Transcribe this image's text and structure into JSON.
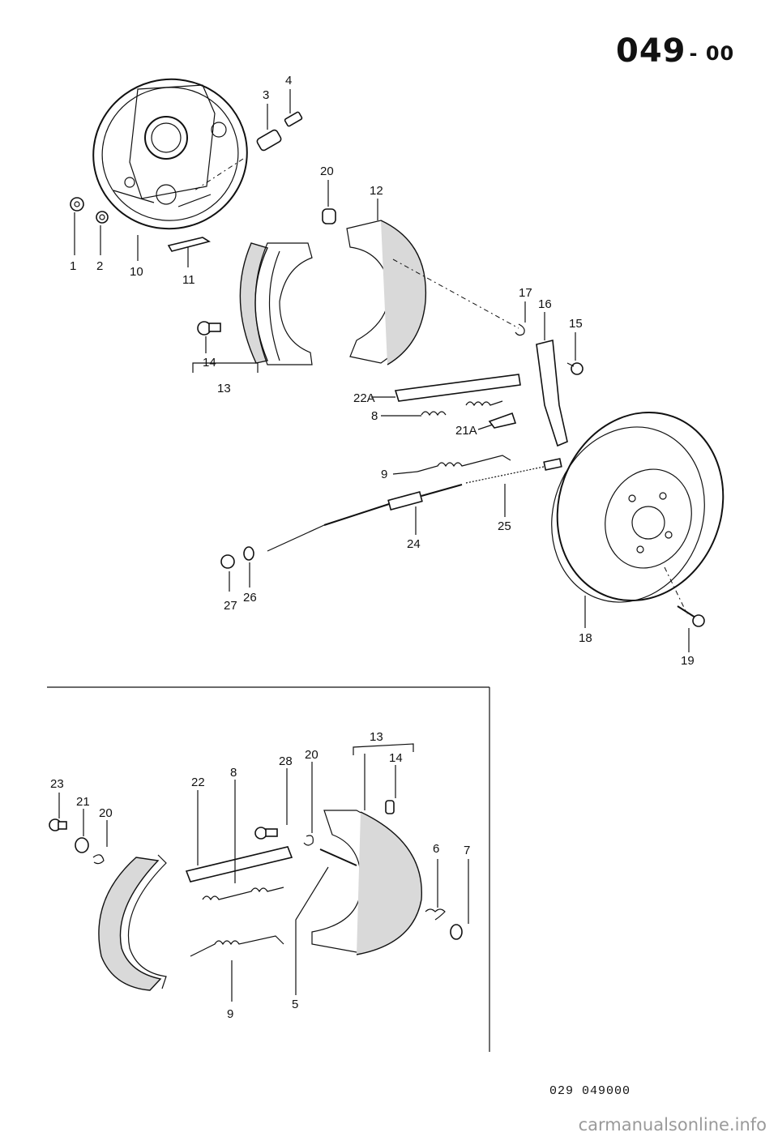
{
  "header": {
    "page_code": "049",
    "page_code_suffix": "00"
  },
  "footer": {
    "drawing_code": "029  049000",
    "watermark": "carmanualsonline.info"
  },
  "callouts": {
    "c1": "1",
    "c2": "2",
    "c3": "3",
    "c4": "4",
    "c10": "10",
    "c11": "11",
    "c20a": "20",
    "c12": "12",
    "c14a": "14",
    "c13a": "13",
    "c17": "17",
    "c16": "16",
    "c15": "15",
    "c22a": "22A",
    "c8a": "8",
    "c21a": "21A",
    "c9a": "9",
    "c25": "25",
    "c24": "24",
    "c27": "27",
    "c26": "26",
    "c18": "18",
    "c19": "19",
    "c13b": "13",
    "c14b": "14",
    "c28": "28",
    "c20b": "20",
    "c22": "22",
    "c8b": "8",
    "c23": "23",
    "c21": "21",
    "c20c": "20",
    "c6": "6",
    "c7": "7",
    "c9b": "9",
    "c5": "5"
  }
}
